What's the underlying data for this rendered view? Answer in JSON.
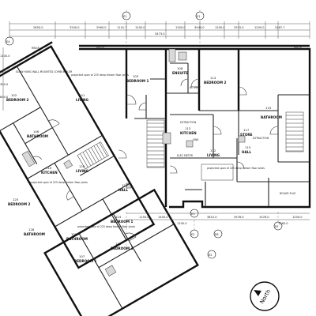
{
  "dimensions_top": [
    "2650.0",
    "3200.0",
    "2960.0",
    "1141.7",
    "1200.0",
    "3473.0",
    "1300.0",
    "3944.0",
    "1200.0",
    "2970.0",
    "1200.0",
    "2487.7"
  ],
  "dimensions_left": [
    "1100.0",
    "950.0",
    "300.0",
    "600.0"
  ],
  "dimensions_bottom": [
    "1150.0",
    "1400.0",
    "1200.0",
    "3810.0",
    "3978.0",
    "1078.0",
    "1260.0",
    "1200.0"
  ],
  "rooms": [
    {
      "name": "BEDROOM 2",
      "number": "102"
    },
    {
      "name": "BEDROOM 1",
      "number": "103"
    },
    {
      "name": "ENSUITE",
      "number": "108"
    },
    {
      "name": "BEDROOM 2",
      "number": "114"
    },
    {
      "name": "BATHROOM",
      "number": "119"
    },
    {
      "name": "LIVING",
      "number": "101"
    },
    {
      "name": "KITCHEN",
      "number": "113"
    },
    {
      "name": "LIVING",
      "number": "112"
    },
    {
      "name": "STORE",
      "number": "117"
    },
    {
      "name": "HALL",
      "number": "115"
    },
    {
      "name": "BATHROOM",
      "number": "106"
    },
    {
      "name": "BEDROOM 1",
      "number": "124"
    },
    {
      "name": "BEDROOM 2",
      "number": "125"
    },
    {
      "name": "LIVING",
      "number": "120"
    },
    {
      "name": "BATHROOM",
      "number": "126"
    },
    {
      "name": "KITCHEN",
      "number": "110"
    },
    {
      "name": "HALL",
      "number": "111"
    },
    {
      "name": "BEDROOM 3",
      "number": "122"
    },
    {
      "name": "BEDROOM 1",
      "number": "107"
    },
    {
      "name": "BATHROOM",
      "number": "109"
    }
  ],
  "notes": [
    "RWGP",
    "RWGP",
    "RWGP",
    "projected span of 225 deep timber floor joists",
    "projected span of 225 deep timber floor joists",
    "projected span of 225 deep timber floor joists",
    "projected span of 225 deep timber floor joists",
    "EXTRACTION",
    "EXTRACTION",
    "SINK",
    "BOILER FLUE",
    "AC VENT",
    "ELEC METER",
    "SLOW HUNG WALL MOUNTED COMBI BOILER"
  ],
  "grid_labels": [
    "E1",
    "E1",
    "E2",
    "E6",
    "E5",
    "E4",
    "E2",
    "E3"
  ],
  "north_label": "North",
  "colors": {
    "line": "#111111",
    "background": "#ffffff",
    "hatch": "#d9d9d9"
  }
}
